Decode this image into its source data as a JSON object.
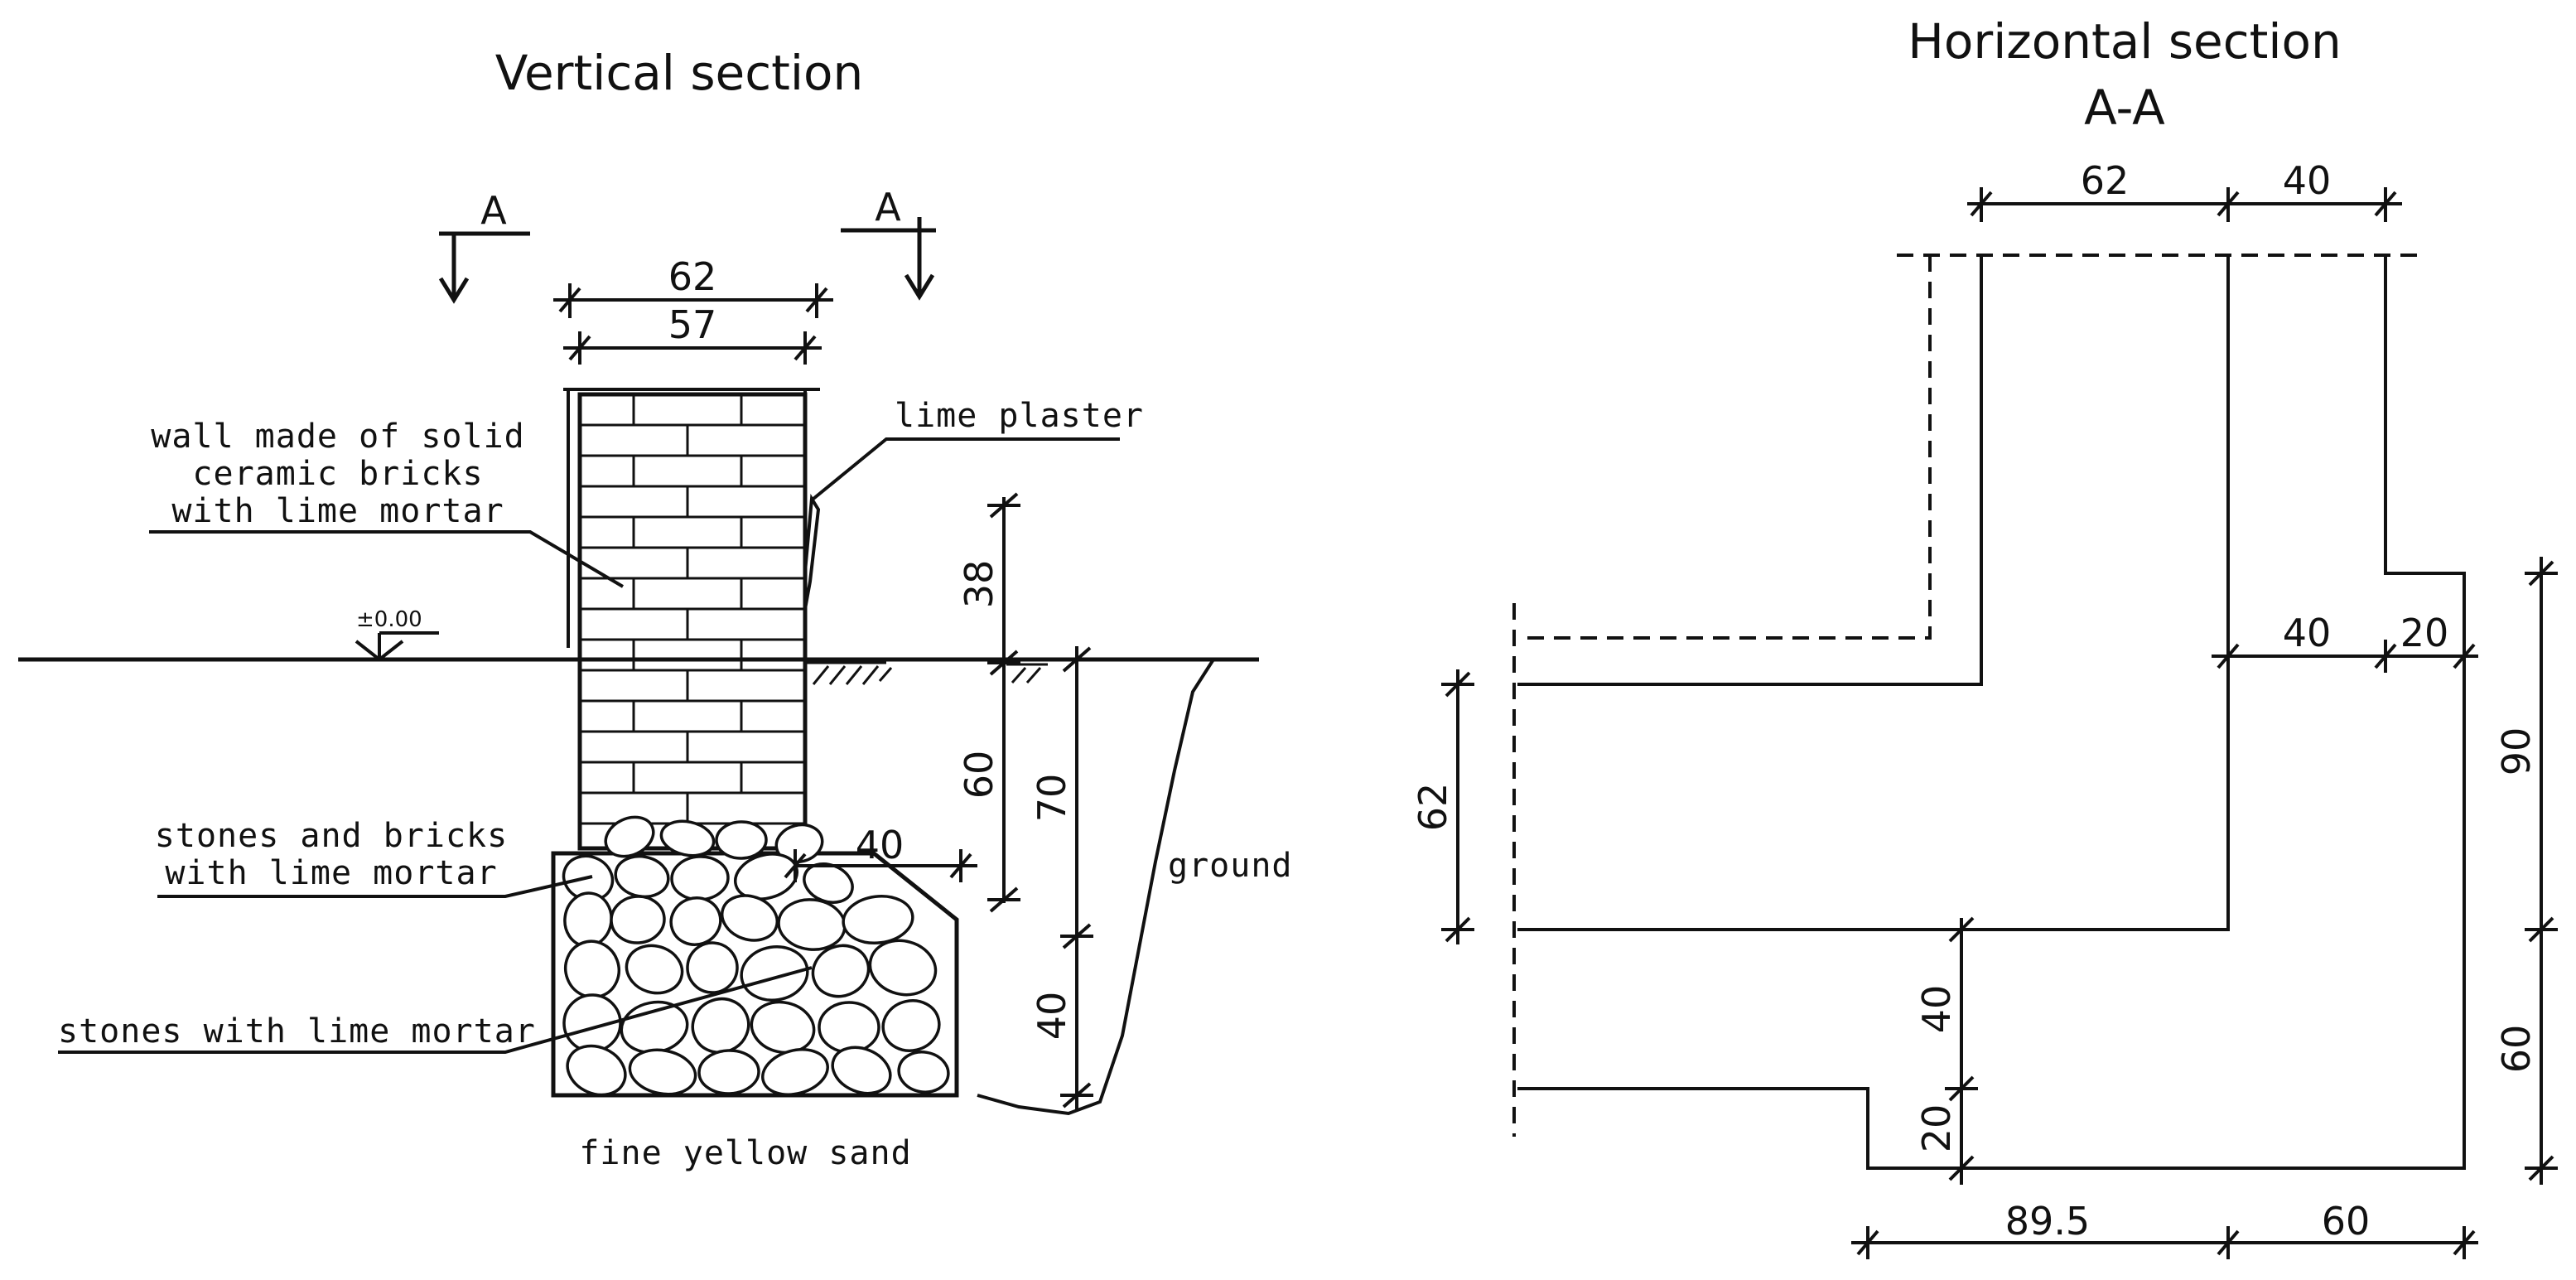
{
  "vertical": {
    "title": "Vertical section",
    "section_mark": "A",
    "level": "±0.00",
    "labels": {
      "wall": [
        "wall made of solid",
        "ceramic bricks",
        "with lime mortar"
      ],
      "plaster": "lime plaster",
      "stones_bricks": [
        "stones and bricks",
        "with lime mortar"
      ],
      "stones": "stones with lime mortar",
      "ground": "ground",
      "sand": "fine yellow sand"
    },
    "dims": {
      "outer_width": "62",
      "inner_width": "57",
      "above_ground": "38",
      "below_ground": "60",
      "total_depth": "70",
      "footing_offset": "40",
      "footing_height": "40"
    }
  },
  "horizontal": {
    "title_line1": "Horizontal section",
    "title_line2": "A-A",
    "dims": {
      "top_62": "62",
      "top_40": "40",
      "mid_40": "40",
      "mid_20": "20",
      "left_62": "62",
      "inner_40": "40",
      "inner_20": "20",
      "right_90": "90",
      "right_60": "60",
      "bottom_895": "89.5",
      "bottom_60": "60"
    }
  }
}
